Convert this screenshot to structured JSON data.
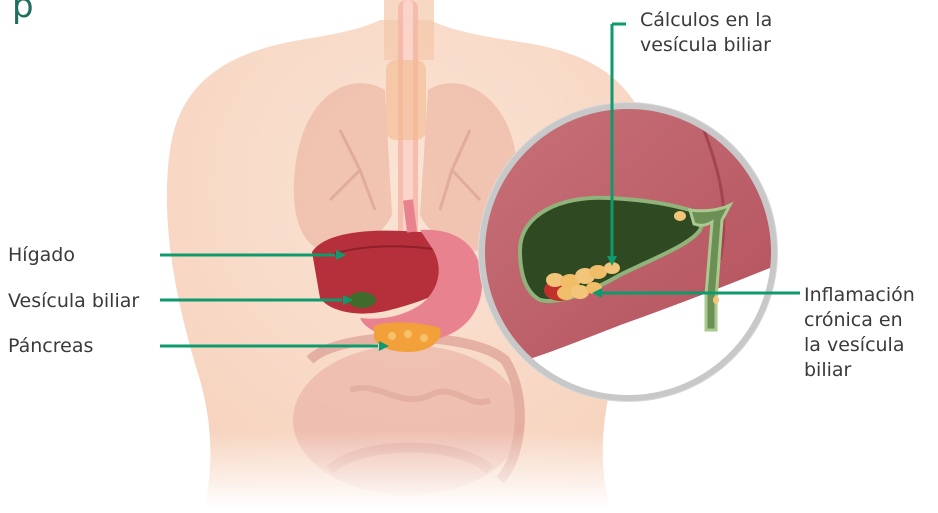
{
  "labels": {
    "calculos": [
      "Cálculos en la",
      "vesícula biliar"
    ],
    "higado": "Hígado",
    "vesicula": "Vesícula biliar",
    "pancreas": "Páncreas",
    "inflamacion": [
      "Inflamación",
      "crónica en",
      "la vesícula",
      "biliar"
    ]
  },
  "title_fragment": "p",
  "colors": {
    "arrow": "#0f9a6e",
    "text": "#3a3a3a",
    "skin": "#f9dccb",
    "liver": "#b5303a",
    "gallbladder": "#3f6b2c",
    "pancreas": "#f2a13a",
    "stomach": "#e9828f",
    "lens_ring": "#cfcfcf"
  }
}
